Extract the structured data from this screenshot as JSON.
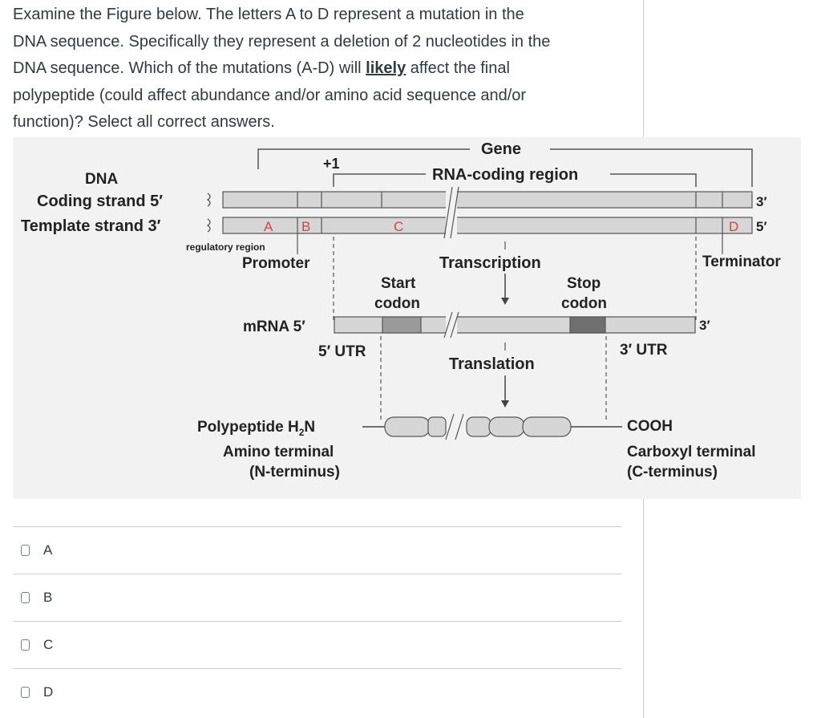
{
  "question": {
    "line1": "Examine the Figure below. The letters A to D represent a mutation in the",
    "line2": "DNA sequence. Specifically they represent a deletion of 2 nucleotides in the",
    "line3_pre": "DNA sequence. Which of the mutations (A-D) will ",
    "line3_emph": "likely",
    "line3_post": " affect the final",
    "line4": "polypeptide (could affect abundance and/or amino acid sequence and/or",
    "line5": "function)? Select all correct answers."
  },
  "figure": {
    "gene": "Gene",
    "rna_coding_region": "RNA-coding region",
    "plus_one": "+1",
    "dna": "DNA",
    "coding_strand": "Coding strand 5′",
    "template_strand": "Template strand 3′",
    "three_prime": "3′",
    "five_prime": "5′",
    "regulatory_region": "regulatory region",
    "promoter": "Promoter",
    "transcription": "Transcription",
    "terminator": "Terminator",
    "start_codon_1": "Start",
    "start_codon_2": "codon",
    "stop_codon_1": "Stop",
    "stop_codon_2": "codon",
    "mrna": "mRNA 5′",
    "mrna_3prime": "3′",
    "utr5": "5′ UTR",
    "utr3": "3′ UTR",
    "translation": "Translation",
    "polypeptide": "Polypeptide H",
    "polypeptide_sub": "2",
    "polypeptide_n": "N",
    "amino_terminal": "Amino terminal",
    "n_terminus": "(N-terminus)",
    "cooh": "COOH",
    "carboxyl_terminal": "Carboxyl terminal",
    "c_terminus": "(C-terminus)",
    "mut_a": "A",
    "mut_b": "B",
    "mut_c": "C",
    "mut_d": "D",
    "colors": {
      "mutation": "#d9413c",
      "strand": "#d6d6d6",
      "codon": "#6f6f6f"
    }
  },
  "answers": [
    {
      "label": "A"
    },
    {
      "label": "B"
    },
    {
      "label": "C"
    },
    {
      "label": "D"
    }
  ]
}
